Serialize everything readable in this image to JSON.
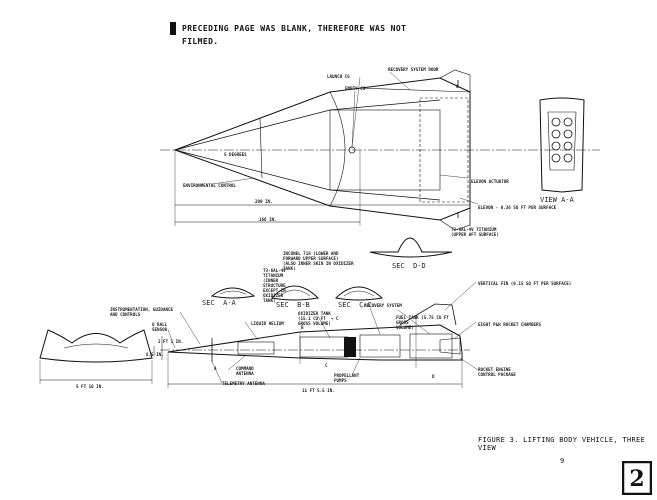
{
  "stamp_text": "PRECEDING PAGE WAS BLANK, THEREFORE WAS NOT FILMED.",
  "caption": "FIGURE 3.  LIFTING BODY VEHICLE, THREE VIEW",
  "page_number": "9",
  "corner_mark": "2",
  "plan_view": {
    "launch_cg": "LAUNCH CG",
    "empty_cg": "EMPTY CG",
    "recovery_door": "RECOVERY SYSTEM DOOR",
    "view_marker_a": "A",
    "degrees": "5 DEGREES",
    "env_control": "ENVIRONMENTAL CONTROL",
    "elevon_actuator": "ELEVON ACTUATOR",
    "elevon": "ELEVON - 0.36 SQ FT PER SURFACE",
    "dim_1": "209 IN.",
    "dim_2": "166 IN."
  },
  "view_a": {
    "title": "VIEW A-A"
  },
  "sections": {
    "sec_dd_note": "T3-6AL-4V TITANIUM\n(UPPER AFT SURFACE)",
    "sec_bb_note": "INCONEL 718 (LOWER AND\nFORWARD UPPER SURFACE)\n(ALSO INNER SKIN IN OXIDIZER\nTANK)",
    "sec_aa_note": "T3-6AL-4V\nTITANIUM\n(INNER\nSTRUCTURE\nEXCEPT IN\nOXIDIZER\nTANK)",
    "sec_aa": "SEC  A-A",
    "sec_bb": "SEC  B-B",
    "sec_cc": "SEC  C-C",
    "sec_dd": "SEC  D-D"
  },
  "side_view": {
    "instrumentation": "INSTRUMENTATION, GUIDANCE\nAND CONTROLS",
    "q_ball": "Q BALL\nSENSOR",
    "liquid_helium": "LIQUID HELIUM",
    "oxidizer_tank": "OXIDIZER TANK\n(15.1 CU FT  → C\nGROSS VOLUME)",
    "recovery_system": "RECOVERY SYSTEM",
    "fuel_tank": "FUEL TANK (5.75 CU FT\nGROSS\nVOLUME)",
    "vertical_fin": "VERTICAL FIN (0.15 SQ FT PER SURFACE)",
    "eight_rocket": "EIGHT P&H ROCKET CHAMBERS",
    "command_antenna": "COMMAND\nANTENNA",
    "propellant_pumps": "PROPELLANT\nPUMPS",
    "rocket_engine": "ROCKET ENGINE\nCONTROL PACKAGE",
    "telemetry": "TELEMETRY ANTENNA",
    "dim_length": "11 FT 5.5 IN.",
    "dim_height": "2 FT 1 IN.",
    "dim_small": "8.5 IN.",
    "marker_a": "A",
    "marker_b": "B",
    "marker_c": "C",
    "marker_d": "D"
  },
  "front_view": {
    "dim_width": "5 FT 10 IN."
  }
}
